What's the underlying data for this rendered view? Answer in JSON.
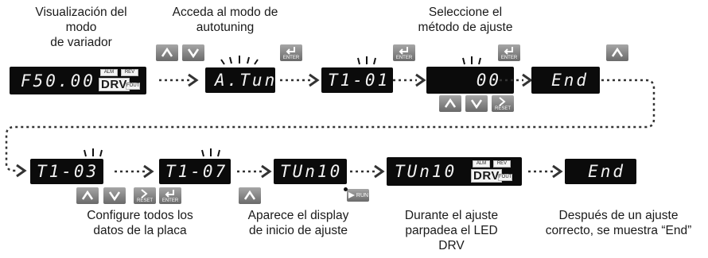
{
  "captions": {
    "visualizacion": "Visualización del\nmodo\nde variador",
    "acceda": "Acceda al modo de\nautotuning",
    "seleccione": "Seleccione el\nmétodo de ajuste",
    "configure": "Configure todos los\ndatos de la placa",
    "aparece": "Aparece el display\nde inicio de ajuste",
    "durante": "Durante el ajuste\nparpadea el LED\nDRV",
    "despues": "Después de un ajuste\ncorrecto, se muestra “End”"
  },
  "displays": {
    "d1": "F50.00",
    "d2": "A.Tun",
    "d3": "T1-01",
    "d4": "00",
    "d5": "End",
    "d6": "T1-03",
    "d7": "T1-07",
    "d8": "TUn10",
    "d9": "TUn10",
    "d10": "End"
  },
  "indicators": {
    "alm": "ALM",
    "rev": "REV",
    "drv": "DRV",
    "fout": "FOUT"
  },
  "keys": {
    "enter": "ENTER",
    "reset": "RESET",
    "run": "RUN"
  },
  "icons": {
    "up": "up-arrow-icon",
    "down": "down-arrow-icon",
    "enter": "enter-icon",
    "reset": "reset-icon",
    "run": "run-icon"
  }
}
